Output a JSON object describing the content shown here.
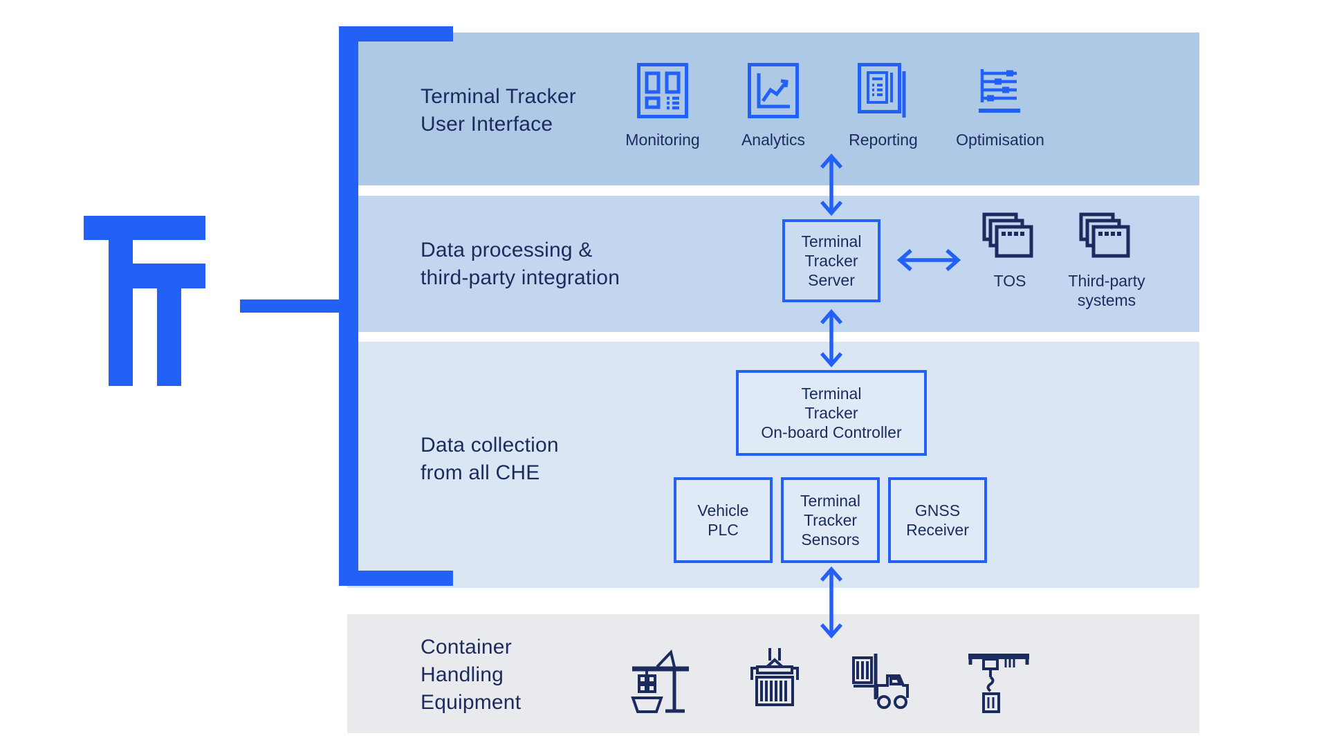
{
  "colors": {
    "accent_blue": "#2360F5",
    "navy": "#1B2B5E",
    "band_user_interface": "#ADC9E6",
    "band_data_processing": "#C3D6EF",
    "band_data_collection": "#DBE6F5",
    "band_container_handling": "#E9EAEE"
  },
  "logo": {
    "name": "Terminal Tracker logo"
  },
  "sections": {
    "ui": {
      "title_lines": [
        "Terminal Tracker",
        "User Interface"
      ],
      "features": [
        {
          "label": "Monitoring",
          "icon": "dashboard-icon"
        },
        {
          "label": "Analytics",
          "icon": "line-chart-icon"
        },
        {
          "label": "Reporting",
          "icon": "report-document-icon"
        },
        {
          "label": "Optimisation",
          "icon": "sliders-icon"
        }
      ]
    },
    "processing": {
      "title_lines": [
        "Data processing &",
        "third-party integration"
      ],
      "server_box_lines": [
        "Terminal",
        "Tracker",
        "Server"
      ],
      "tos_label": "TOS",
      "third_party_lines": [
        "Third-party",
        "systems"
      ]
    },
    "collection": {
      "title_lines": [
        "Data collection",
        "from all CHE"
      ],
      "onboard_box_lines": [
        "Terminal",
        "Tracker",
        "On-board Controller"
      ],
      "plc_box_lines": [
        "Vehicle",
        "PLC"
      ],
      "sensors_box_lines": [
        "Terminal",
        "Tracker",
        "Sensors"
      ],
      "gnss_box_lines": [
        "GNSS",
        "Receiver"
      ]
    },
    "che": {
      "title_lines": [
        "Container",
        "Handling",
        "Equipment"
      ],
      "equipment_icons": [
        "ship-to-shore-crane",
        "spreader-with-container",
        "reach-stacker",
        "stacking-crane"
      ]
    }
  }
}
